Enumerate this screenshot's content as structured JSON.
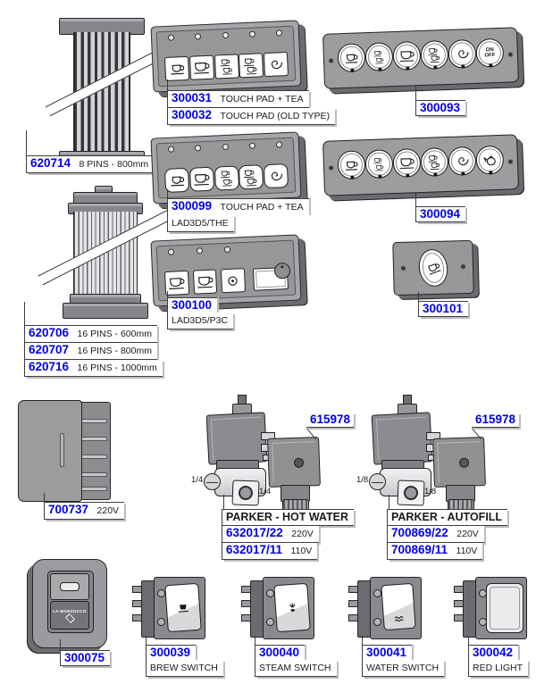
{
  "palette": {
    "blue": "#0000E6",
    "ink": "#1A1A1A",
    "line": "#3C3C40",
    "shadow": "#BCBCBF",
    "panel_gray": "#9D9DA0",
    "panel_dark": "#6B6B6F"
  },
  "labels": {
    "cable_8pin": {
      "number": "620714",
      "desc": "8 PINS - 800mm"
    },
    "cable_16pin": {
      "rows": [
        {
          "number": "620706",
          "desc": "16 PINS - 600mm"
        },
        {
          "number": "620707",
          "desc": "16 PINS - 800mm"
        },
        {
          "number": "620716",
          "desc": "16 PINS - 1000mm"
        }
      ]
    },
    "touchpad_a": {
      "icons": [
        "one-cup",
        "one-large-cup",
        "two-cups",
        "two-large-cups",
        "tea-spiral"
      ],
      "rows": [
        {
          "number": "300031",
          "desc": "TOUCH PAD + TEA"
        },
        {
          "number": "300032",
          "desc": "TOUCH PAD (OLD TYPE)"
        }
      ]
    },
    "touchpad_b": {
      "number": "300099",
      "desc": "TOUCH PAD + TEA",
      "sub": "LAD3D5/THE",
      "icons": [
        "one-cup",
        "one-large-cup",
        "two-cups",
        "two-large-cups",
        "tea-spiral"
      ]
    },
    "panel_p3c": {
      "number": "300100",
      "sub": "LAD3D5/P3C",
      "icons": [
        "one-large-cup",
        "one-large-cup",
        "ring-button",
        "display",
        "knob"
      ]
    },
    "button_panel_a": {
      "number": "300093",
      "icons": [
        "one-cup",
        "two-cups",
        "one-large-cup",
        "two-large-cups",
        "tea-spiral",
        "on-off"
      ]
    },
    "button_panel_b": {
      "number": "300094",
      "icons": [
        "one-cup",
        "two-cups",
        "one-large-cup",
        "two-large-cups",
        "tea-spiral",
        "teapot"
      ]
    },
    "single_button": {
      "number": "300101",
      "icons": [
        "one-cup"
      ]
    },
    "control_box": {
      "number": "700737",
      "desc": "220V"
    },
    "coil_a": {
      "number": "615978"
    },
    "coil_b": {
      "number": "615978"
    },
    "parker_hot_water": {
      "title": "PARKER - HOT WATER",
      "port_left": "1/4",
      "port_right": "1/4",
      "rows": [
        {
          "number": "632017/22",
          "desc": "220V"
        },
        {
          "number": "632017/11",
          "desc": "110V"
        }
      ]
    },
    "parker_autofill": {
      "title": "PARKER - AUTOFILL",
      "port_left": "1/8",
      "port_right": "1/8",
      "rows": [
        {
          "number": "700869/22",
          "desc": "220V"
        },
        {
          "number": "700869/11",
          "desc": "110V"
        }
      ]
    },
    "main_switch": {
      "number": "300075",
      "logo": "LA MARZOCCO"
    },
    "brew_switch": {
      "number": "300039",
      "desc": "BREW SWITCH",
      "icon": "portafilter"
    },
    "steam_switch": {
      "number": "300040",
      "desc": "STEAM SWITCH",
      "icon": "steam"
    },
    "water_switch": {
      "number": "300041",
      "desc": "WATER SWITCH",
      "icon": "water-waves"
    },
    "red_light": {
      "number": "300042",
      "desc": "RED LIGHT",
      "icon": "lens"
    },
    "onoff": {
      "top": "ON",
      "bottom": "OFF"
    }
  }
}
